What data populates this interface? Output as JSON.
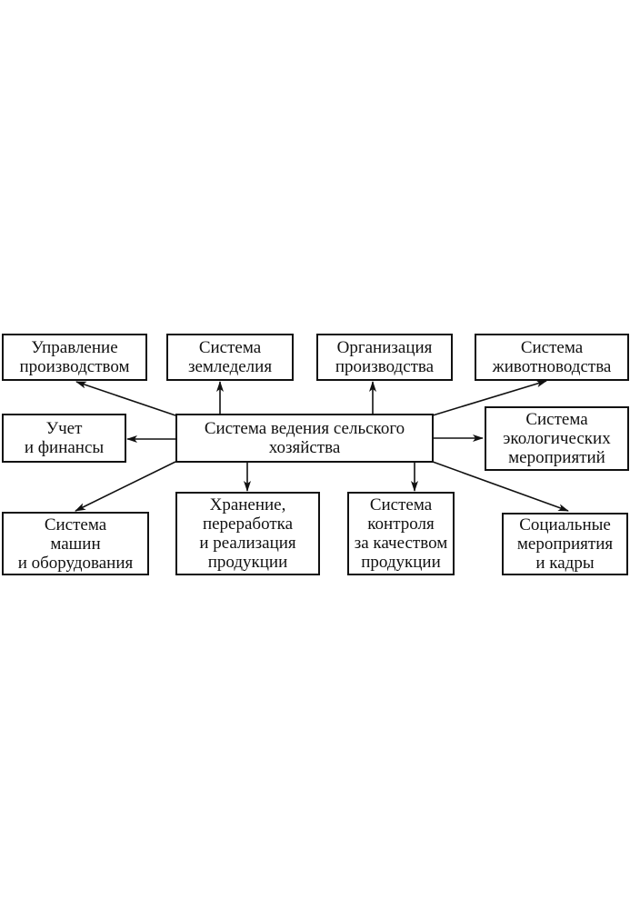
{
  "center": {
    "label": "Система ведения сельского\nхозяйства"
  },
  "nodes": [
    {
      "id": "management",
      "label": "Управление\nпроизводством"
    },
    {
      "id": "farming",
      "label": "Система\nземледелия"
    },
    {
      "id": "organization",
      "label": "Организация\nпроизводства"
    },
    {
      "id": "livestock",
      "label": "Система\nживотноводства"
    },
    {
      "id": "accounting",
      "label": "Учет\nи финансы"
    },
    {
      "id": "ecology",
      "label": "Система\nэкологических\nмероприятий"
    },
    {
      "id": "machinery",
      "label": "Система\nмашин\nи оборудования"
    },
    {
      "id": "storage",
      "label": "Хранение,\nпереработка\nи реализация\nпродукции"
    },
    {
      "id": "quality",
      "label": "Система\nконтроля\nза качеством\nпродукции"
    },
    {
      "id": "social",
      "label": "Социальные\nмероприятия\nи кадры"
    }
  ],
  "edges": [
    {
      "from": "center",
      "to": "management",
      "arrow": "to"
    },
    {
      "from": "center",
      "to": "farming",
      "arrow": "to"
    },
    {
      "from": "center",
      "to": "organization",
      "arrow": "to"
    },
    {
      "from": "center",
      "to": "livestock",
      "arrow": "to"
    },
    {
      "from": "center",
      "to": "accounting",
      "arrow": "to"
    },
    {
      "from": "center",
      "to": "ecology",
      "arrow": "to"
    },
    {
      "from": "center",
      "to": "machinery",
      "arrow": "to"
    },
    {
      "from": "center",
      "to": "storage",
      "arrow": "to"
    },
    {
      "from": "center",
      "to": "quality",
      "arrow": "to"
    },
    {
      "from": "center",
      "to": "social",
      "arrow": "to"
    }
  ]
}
